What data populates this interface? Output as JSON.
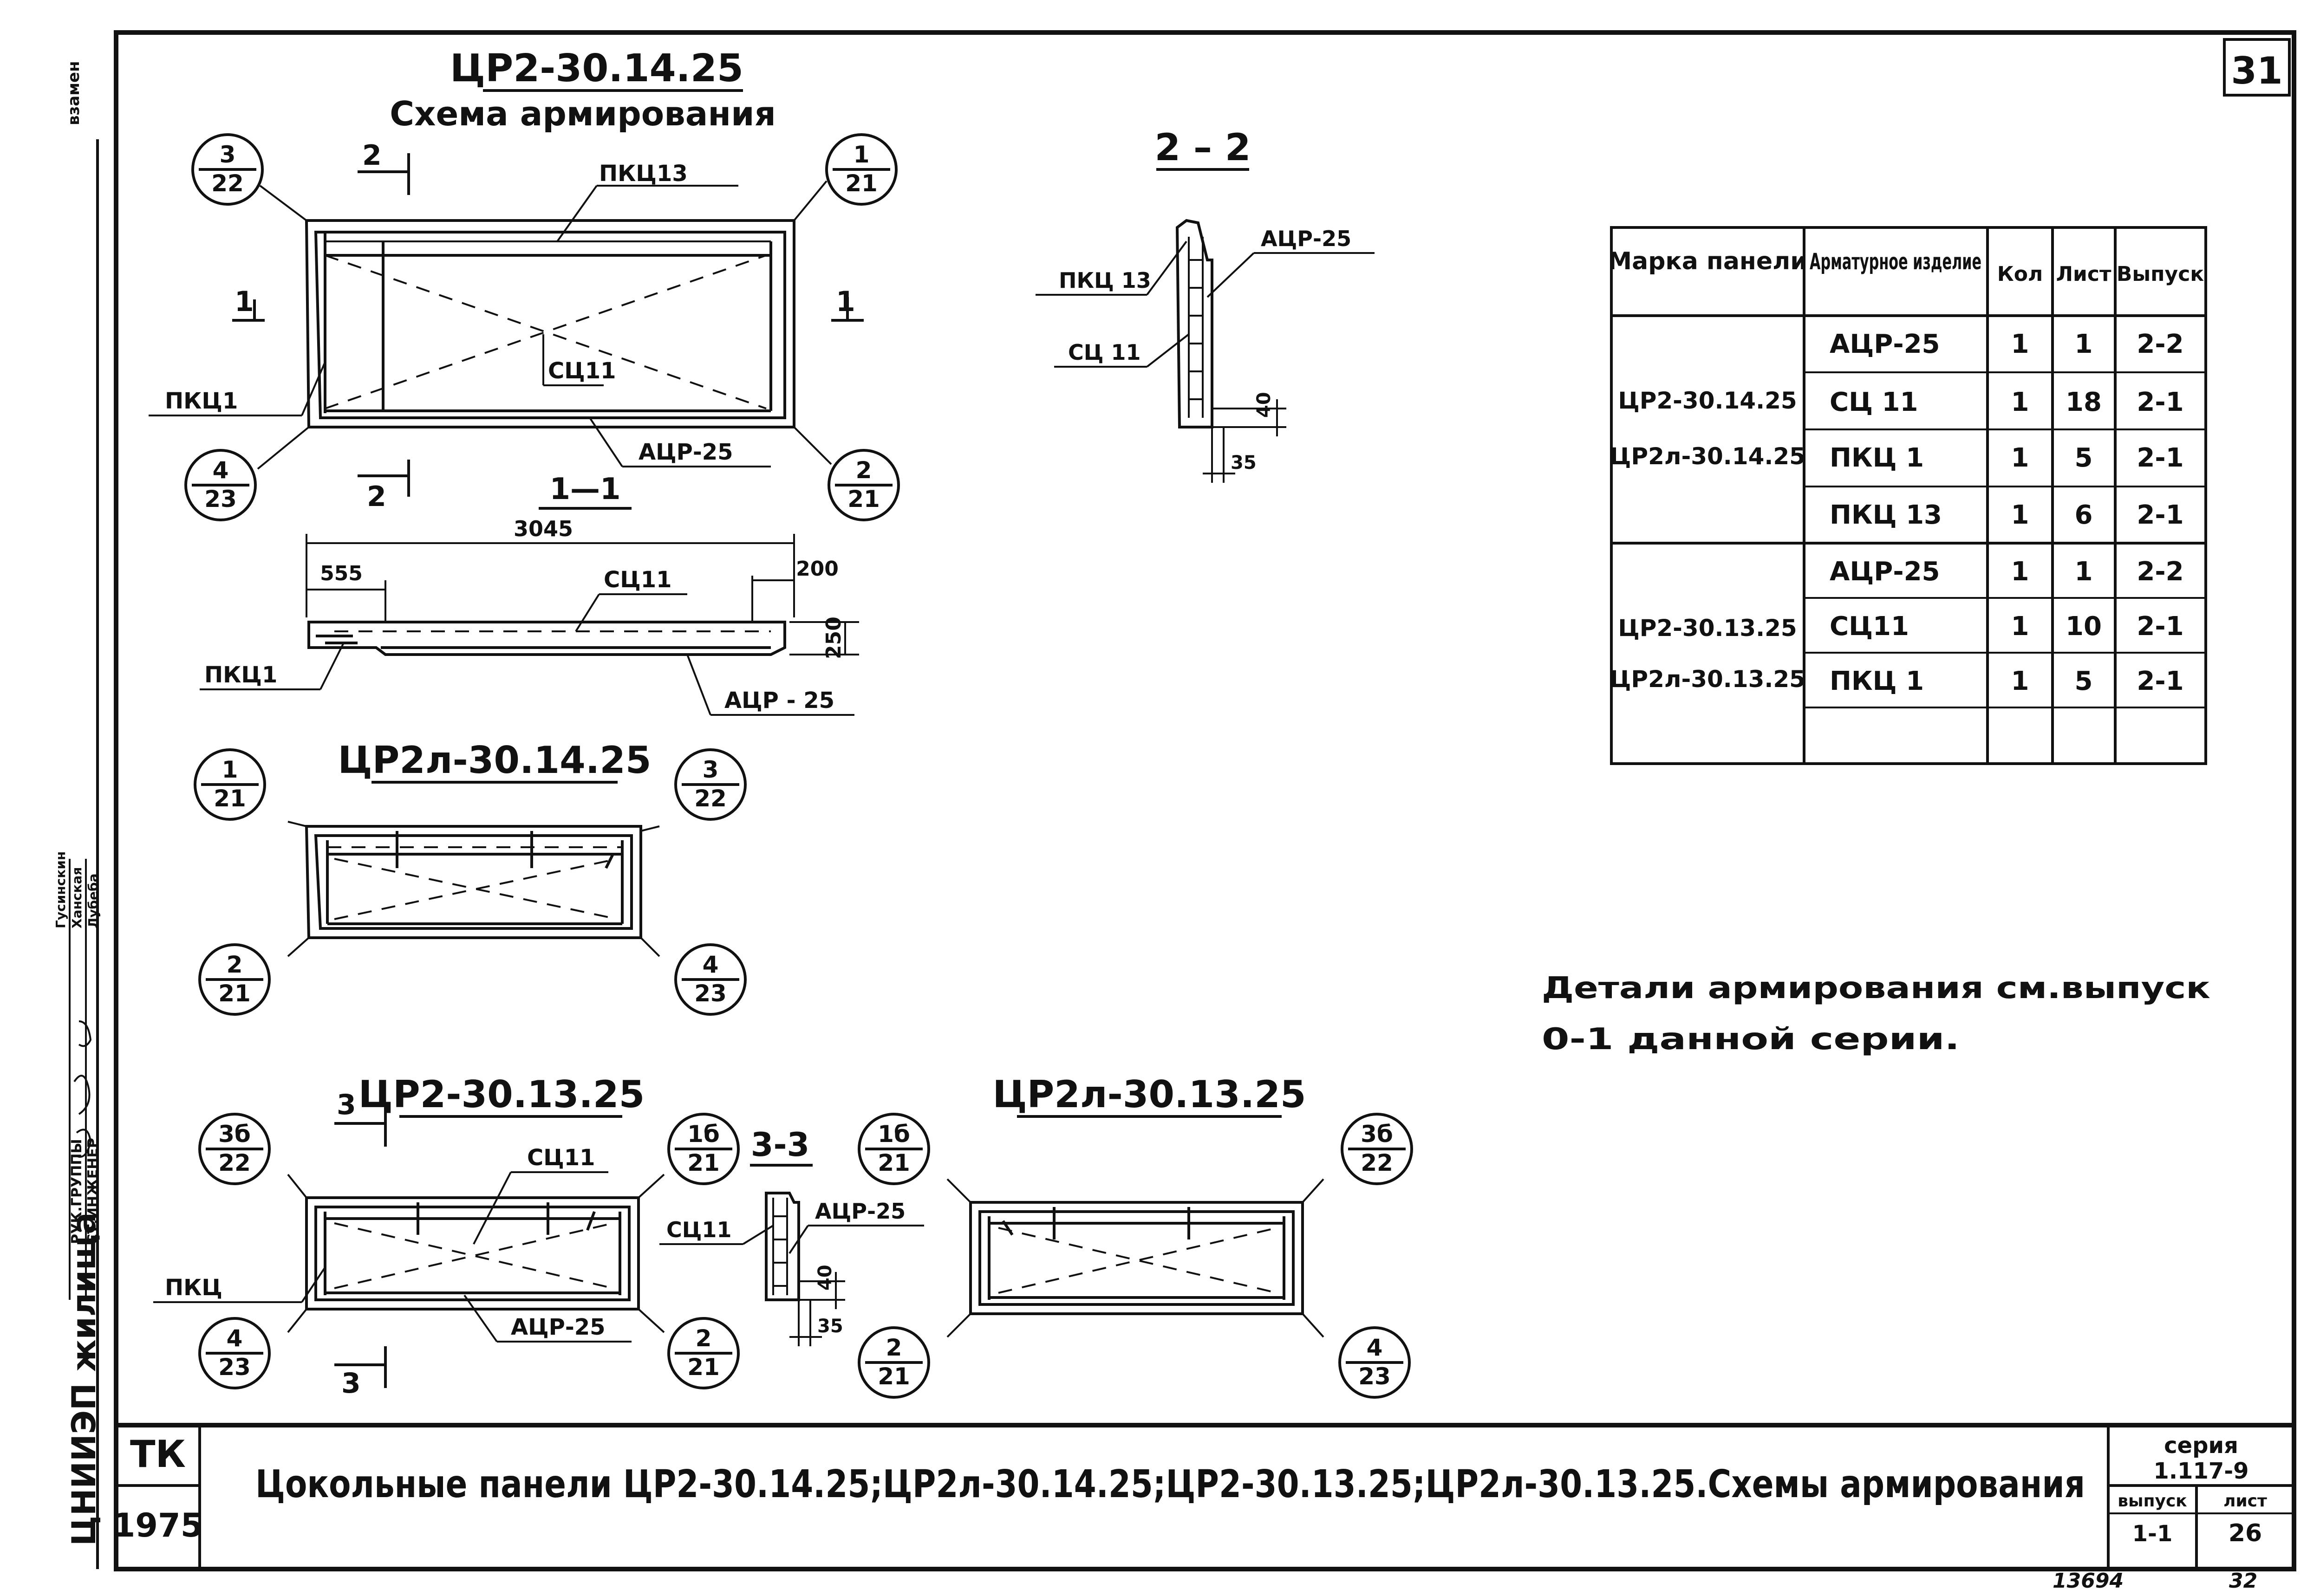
{
  "sheet": {
    "number": "31",
    "title": "Цокольные панели ЦР2-30.14.25;ЦР2л-30.14.25;ЦР2-30.13.25;ЦР2л-30.13.25.Схемы армирования",
    "tk_block": {
      "tk": "ТК",
      "year": "1975"
    },
    "org_logo": "ЦНИИЭП жилища",
    "bottom_note_left": "13694",
    "bottom_note_right": "32",
    "stamp": {
      "series_label": "серия",
      "series_value": "1.117-9",
      "issue_label": "выпуск",
      "issue_value": "1-1",
      "sheet_label": "лист",
      "sheet_value": "26"
    },
    "side_block": {
      "top_label": "взамен",
      "roles": [
        "РУК.ГРУППЫ",
        "СТ.ИНЖЕНЕР"
      ],
      "names": [
        "Гусинскин",
        "Ханская",
        "Лубеба"
      ]
    }
  },
  "top_panel": {
    "title": "ЦР2-30.14.25",
    "subtitle": "Схема армирования",
    "labels": {
      "pkc13": "ПКЦ13",
      "sc11": "СЦ11",
      "pkc1": "ПКЦ1",
      "acr": "АЦР-25",
      "cut1_left": "1",
      "cut1_right": "1",
      "cut2_top": "2",
      "cut2_bottom": "2",
      "section_1_1": "1—1"
    },
    "callouts": {
      "tl": {
        "num": "3",
        "den": "22"
      },
      "tr": {
        "num": "1",
        "den": "21"
      },
      "bl": {
        "num": "4",
        "den": "23"
      },
      "br": {
        "num": "2",
        "den": "21"
      }
    }
  },
  "section_1_1": {
    "dim_total": "3045",
    "dim_left": "555",
    "dim_right": "200",
    "dim_height": "250",
    "sc11": "СЦ11",
    "pkc1": "ПКЦ1",
    "acr": "АЦР - 25"
  },
  "section_2_2": {
    "title": "2 – 2",
    "pkc13": "ПКЦ 13",
    "sc11": "СЦ 11",
    "acr": "АЦР-25",
    "dim_40": "40",
    "dim_35": "35"
  },
  "panel_l_14": {
    "title": "ЦР2л-30.14.25",
    "callouts": {
      "tl": {
        "num": "1",
        "den": "21"
      },
      "tr": {
        "num": "3",
        "den": "22"
      },
      "bl": {
        "num": "2",
        "den": "21"
      },
      "br": {
        "num": "4",
        "den": "23"
      }
    }
  },
  "panel_13": {
    "title": "ЦР2-30.13.25",
    "cut_top": "3",
    "cut_bottom": "3",
    "sc11": "СЦ11",
    "pkc": "ПКЦ",
    "acr": "АЦР-25",
    "callouts": {
      "tl": {
        "num": "3б",
        "den": "22"
      },
      "tr": {
        "num": "1б",
        "den": "21"
      },
      "bl": {
        "num": "4",
        "den": "23"
      },
      "br": {
        "num": "2",
        "den": "21"
      }
    }
  },
  "section_3_3": {
    "title": "3-3",
    "sc11": "СЦ11",
    "acr": "АЦР-25",
    "dim_40": "40",
    "dim_35": "35"
  },
  "panel_l_13": {
    "title": "ЦР2л-30.13.25",
    "callouts": {
      "tl": {
        "num": "1б",
        "den": "21"
      },
      "tr": {
        "num": "3б",
        "den": "22"
      },
      "bl": {
        "num": "2",
        "den": "21"
      },
      "br": {
        "num": "4",
        "den": "23"
      }
    }
  },
  "table": {
    "headers": [
      "Марка панели",
      "Арматурное изделие",
      "Кол",
      "Лист",
      "Выпуск"
    ],
    "groups": [
      {
        "marks": [
          "ЦР2-30.14.25",
          "ЦР2л-30.14.25"
        ],
        "rows": [
          [
            "АЦР-25",
            "1",
            "1",
            "2-2"
          ],
          [
            "СЦ 11",
            "1",
            "18",
            "2-1"
          ],
          [
            "ПКЦ 1",
            "1",
            "5",
            "2-1"
          ],
          [
            "ПКЦ 13",
            "1",
            "6",
            "2-1"
          ]
        ]
      },
      {
        "marks": [
          "ЦР2-30.13.25",
          "ЦР2л-30.13.25"
        ],
        "rows": [
          [
            "АЦР-25",
            "1",
            "1",
            "2-2"
          ],
          [
            "СЦ11",
            "1",
            "10",
            "2-1"
          ],
          [
            "ПКЦ 1",
            "1",
            "5",
            "2-1"
          ],
          [
            "",
            "",
            "",
            ""
          ]
        ]
      }
    ]
  },
  "note": {
    "line1": "Детали армирования см.выпуск",
    "line2": "0-1 данной серии."
  }
}
